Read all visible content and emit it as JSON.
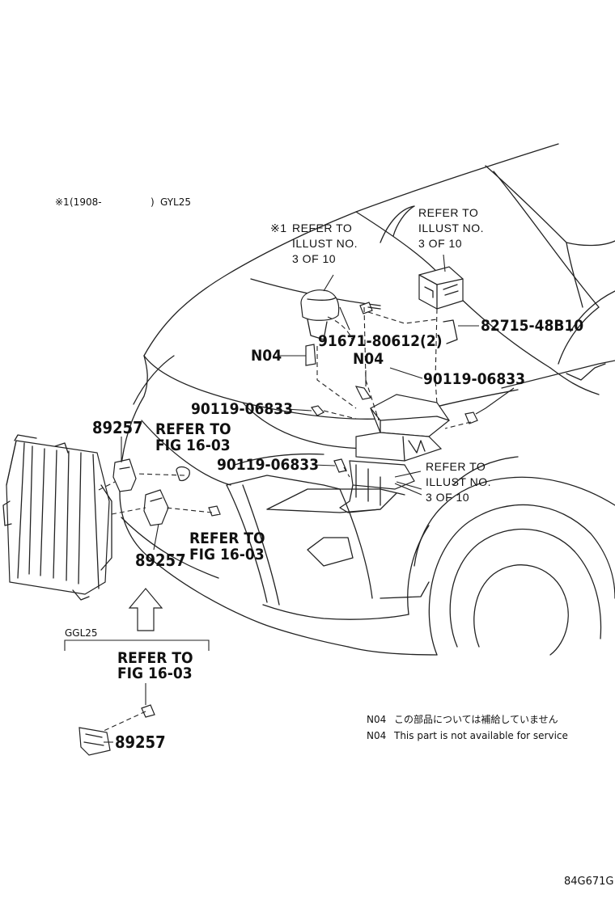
{
  "condition_note": {
    "mark": "※1",
    "range": "(1908-",
    "close": ")",
    "model": "GYL25"
  },
  "refs": {
    "refer_to": "REFER TO",
    "illust_no": "ILLUST NO.",
    "three_of_ten": "3 OF 10",
    "mark1": "※1",
    "fig_1603": "FIG 16-03"
  },
  "parts": {
    "p82715": "82715-48B10",
    "p91671": "91671-80612(2)",
    "n04_left": "N04",
    "n04_right": "N04",
    "p90119_right": "90119-06833",
    "p90119_mid": "90119-06833",
    "p90119_lower": "90119-06833",
    "p89257_top": "89257",
    "p89257_mid": "89257",
    "p89257_bottom": "89257"
  },
  "variant_label": "GGL25",
  "legend": {
    "line1_code": "N04",
    "line1_text": "この部品については補給していません",
    "line2_code": "N04",
    "line2_text": "This part is not available for service"
  },
  "figure_code": "84G671G"
}
